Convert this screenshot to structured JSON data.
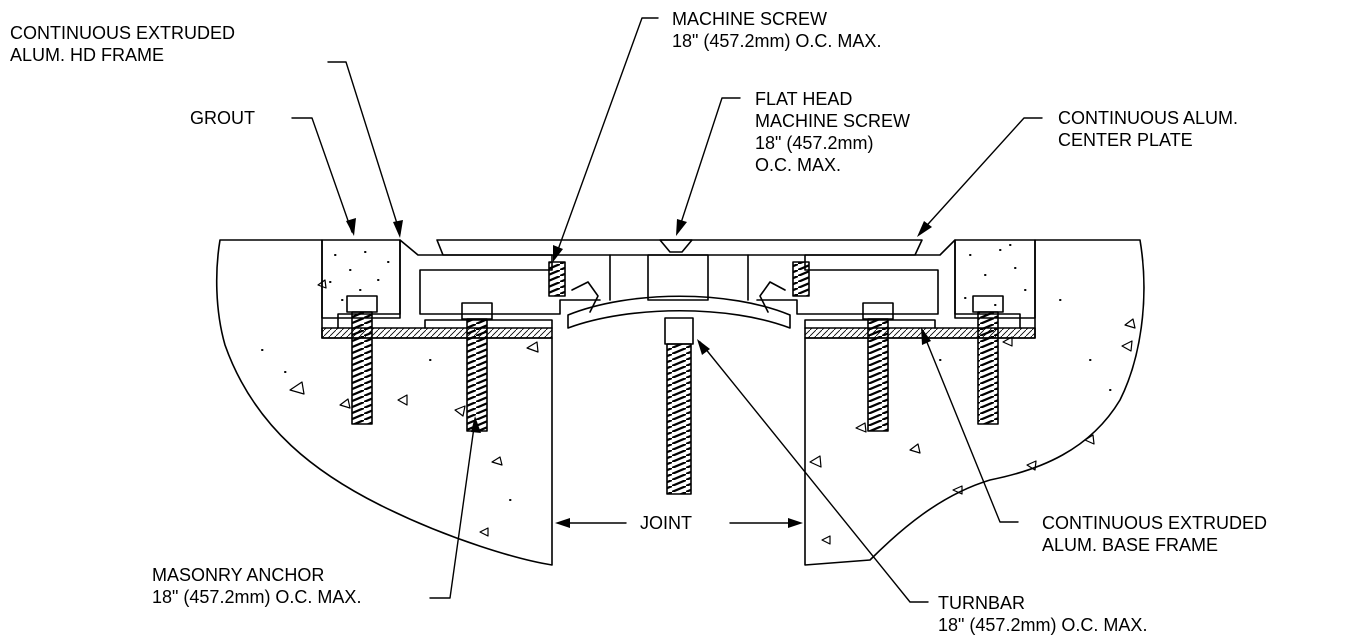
{
  "labels": {
    "hd_frame": [
      "CONTINUOUS EXTRUDED",
      "ALUM. HD FRAME"
    ],
    "machine_screw": [
      "MACHINE SCREW",
      "18\" (457.2mm) O.C. MAX."
    ],
    "grout": [
      "GROUT"
    ],
    "flat_head": [
      "FLAT HEAD",
      "MACHINE SCREW",
      "18\" (457.2mm)",
      "O.C. MAX."
    ],
    "center_plate": [
      "CONTINUOUS ALUM.",
      "CENTER PLATE"
    ],
    "joint": [
      "JOINT"
    ],
    "base_frame": [
      "CONTINUOUS EXTRUDED",
      "ALUM. BASE FRAME"
    ],
    "masonry_anchor": [
      "MASONRY ANCHOR",
      "18\" (457.2mm) O.C. MAX."
    ],
    "turnbar": [
      "TURNBAR",
      "18\" (457.2mm) O.C. MAX."
    ]
  },
  "colors": {
    "line": "#000000",
    "background": "#ffffff"
  }
}
